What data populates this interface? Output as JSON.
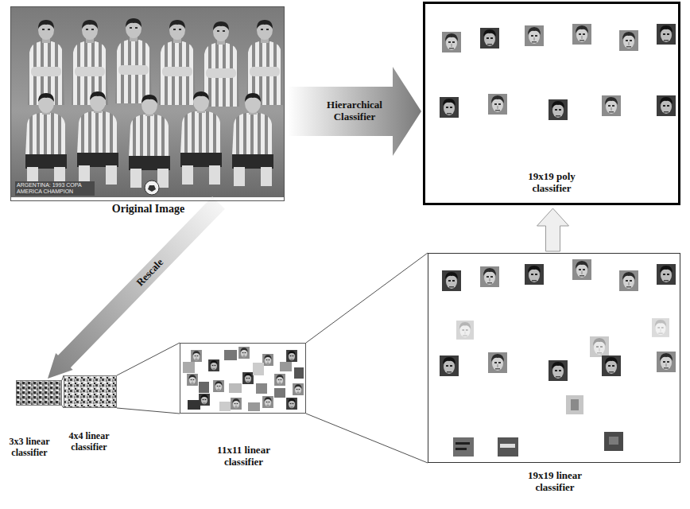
{
  "diagram": {
    "nodes": [
      {
        "text": [
          "Original Image",
          "ARGENTINA: 1993 COPA AMERICA CHAMPION"
        ]
      },
      {
        "text": [
          "19x19 poly classifier"
        ]
      },
      {
        "text": [
          "3x3 linear classifier"
        ]
      },
      {
        "text": [
          "4x4 linear classifier"
        ]
      },
      {
        "text": [
          "11x11 linear classifier"
        ]
      },
      {
        "text": [
          "19x19 linear classifier"
        ]
      }
    ],
    "edges": [
      {
        "from": 0,
        "to": 1,
        "label": "Hierarchical Classifier",
        "arrow": "to"
      },
      {
        "from": 0,
        "to": 2,
        "label": "Rescale",
        "arrow": "to"
      },
      {
        "from": 2,
        "to": 3,
        "arrow": "none"
      },
      {
        "from": 3,
        "to": 4,
        "arrow": "none"
      },
      {
        "from": 4,
        "to": 5,
        "arrow": "none"
      },
      {
        "from": 5,
        "to": 1,
        "arrow": "to"
      }
    ]
  }
}
